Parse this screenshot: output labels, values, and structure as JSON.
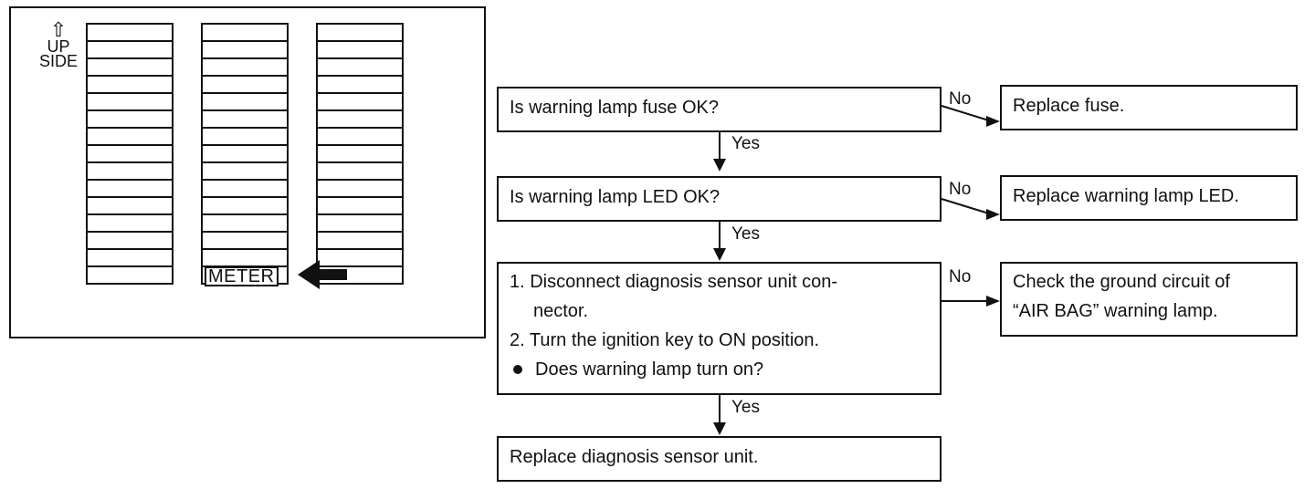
{
  "fuse_panel": {
    "up_side": [
      "UP",
      "SIDE"
    ],
    "meter_label": "METER"
  },
  "flow": {
    "q1": "Is warning lamp fuse OK?",
    "a1": "Replace fuse.",
    "q2": "Is warning lamp LED OK?",
    "a2": "Replace warning lamp LED.",
    "q3": {
      "line1": "1. Disconnect diagnosis sensor unit con-",
      "line1b": "nector.",
      "line2": "2. Turn the ignition key to ON position.",
      "line3": "Does warning lamp turn on?"
    },
    "a3": {
      "line1": "Check the ground circuit of",
      "line2": "“AIR BAG” warning lamp."
    },
    "end": "Replace diagnosis sensor unit.",
    "labels": {
      "no": "No",
      "yes": "Yes"
    }
  }
}
